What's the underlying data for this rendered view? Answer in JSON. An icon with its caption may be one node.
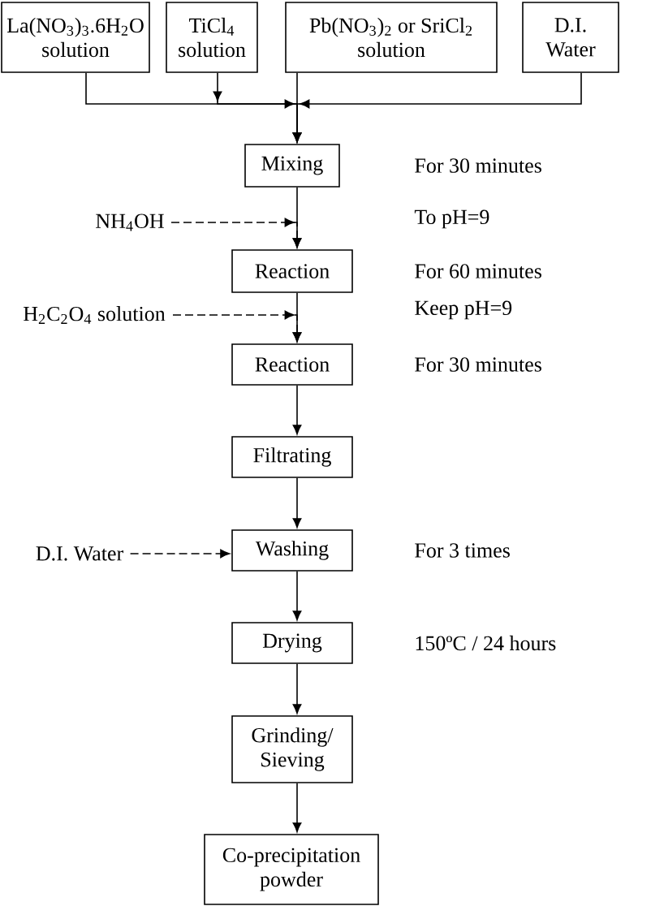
{
  "diagram": {
    "nodes": [
      {
        "text": [
          "La(NO$_{3}$)$_{3}$.6H$_{2}$O solution"
        ]
      },
      {
        "text": [
          "TiCl$_{4}$ solution"
        ]
      },
      {
        "text": [
          "Pb(NO$_{3}$)$_{2}$ or SriCl$_{2}$ solution"
        ]
      },
      {
        "text": [
          "D.I. Water"
        ]
      },
      {
        "text": [
          "Mixing"
        ],
        "beside": [
          "For 30 minutes"
        ]
      },
      {
        "text": [
          "NH$_{4}$OH"
        ]
      },
      {
        "text": [
          "Reaction"
        ],
        "beside": [
          "For 60 minutes"
        ]
      },
      {
        "text": [
          "H$_{2}$C$_{2}$O$_{4}$ solution"
        ]
      },
      {
        "text": [
          "Reaction"
        ],
        "beside": [
          "For 30 minutes"
        ]
      },
      {
        "text": [
          "Filtrating"
        ]
      },
      {
        "text": [
          "D.I. Water"
        ]
      },
      {
        "text": [
          "Washing"
        ],
        "beside": [
          "For 3 times"
        ]
      },
      {
        "text": [
          "Drying"
        ],
        "beside": [
          "150ºC / 24 hours"
        ]
      },
      {
        "text": [
          "Grinding/ Sieving"
        ]
      },
      {
        "text": [
          "Co-precipitation powder"
        ]
      }
    ],
    "edges": [
      {
        "from": 0,
        "to": 4,
        "arrow": "to"
      },
      {
        "from": 1,
        "to": 4,
        "arrow": "to"
      },
      {
        "from": 2,
        "to": 4,
        "arrow": "to"
      },
      {
        "from": 3,
        "to": 4,
        "arrow": "to"
      },
      {
        "from": 4,
        "to": 6,
        "arrow": "to"
      },
      {
        "from": 5,
        "to": 6,
        "arrow": "to",
        "style": "dashed"
      },
      {
        "from": 6,
        "to": 8,
        "arrow": "to"
      },
      {
        "from": 7,
        "to": 8,
        "arrow": "to",
        "style": "dashed"
      },
      {
        "from": 8,
        "to": 9,
        "arrow": "to"
      },
      {
        "from": 9,
        "to": 11,
        "arrow": "to"
      },
      {
        "from": 10,
        "to": 11,
        "arrow": "to",
        "style": "dashed"
      },
      {
        "from": 11,
        "to": 12,
        "arrow": "to"
      },
      {
        "from": 12,
        "to": 13,
        "arrow": "to"
      },
      {
        "from": 13,
        "to": 14,
        "arrow": "to"
      }
    ],
    "labels": [
      "To pH=9",
      "Keep pH=9"
    ]
  }
}
